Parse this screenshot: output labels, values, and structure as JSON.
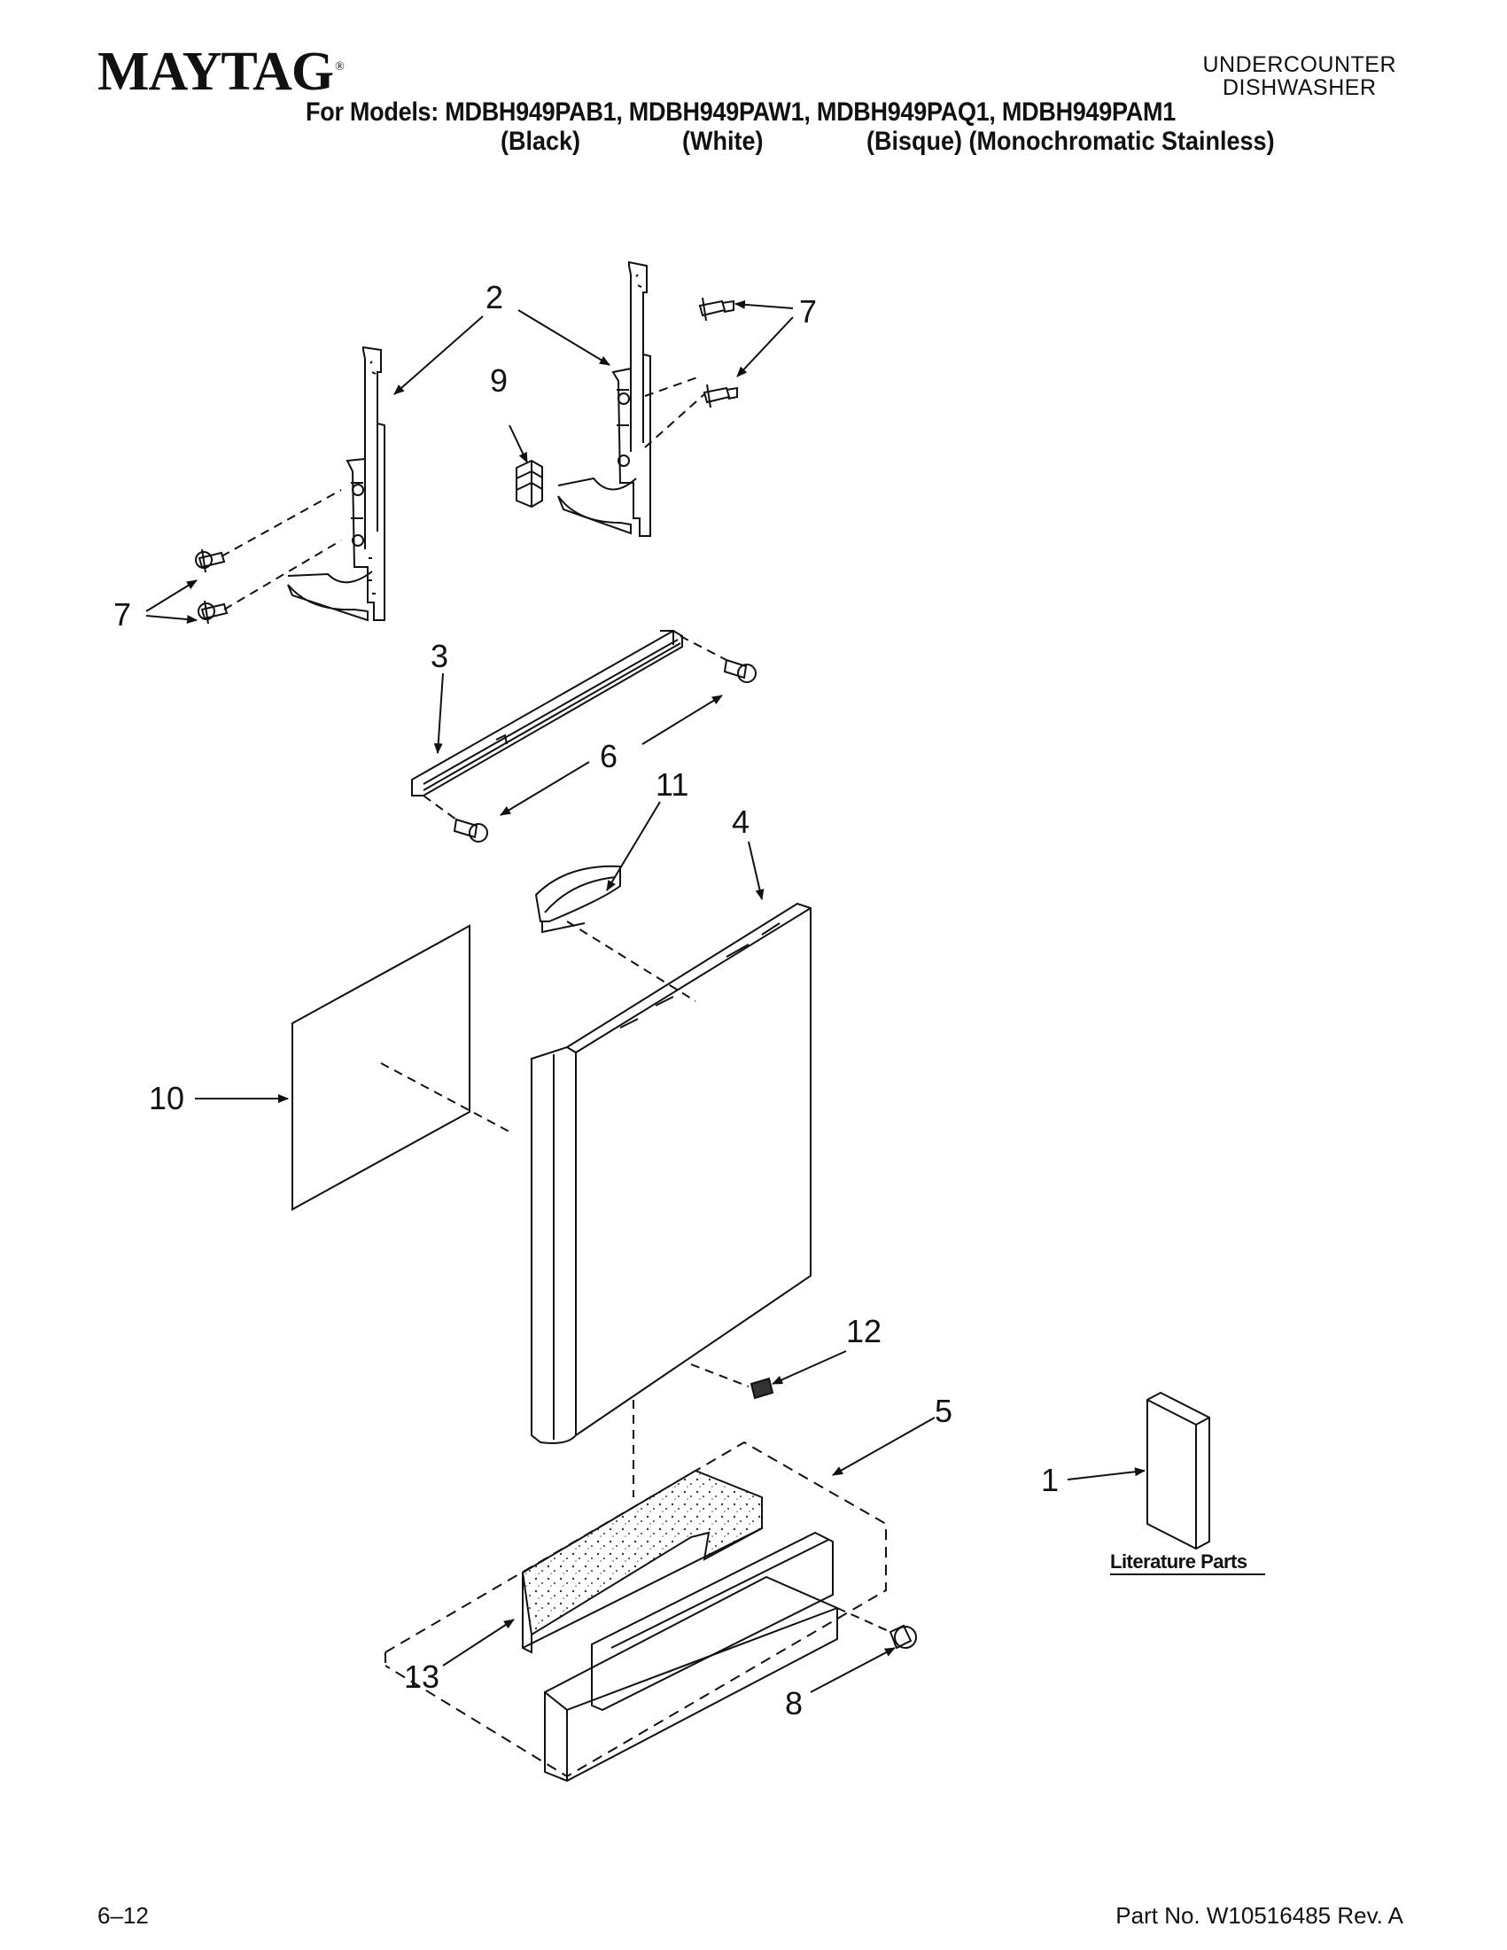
{
  "header": {
    "brand": "MAYTAG",
    "brand_mark": "®",
    "doc_type_line1": "UNDERCOUNTER",
    "doc_type_line2": "DISHWASHER",
    "models_line": "For Models: MDBH949PAB1, MDBH949PAW1, MDBH949PAQ1, MDBH949PAM1",
    "colors": {
      "black": "(Black)",
      "white": "(White)",
      "bisque_stainless": "(Bisque) (Monochromatic Stainless)"
    }
  },
  "callouts": {
    "c1": "1",
    "c2": "2",
    "c3": "3",
    "c4": "4",
    "c5": "5",
    "c6": "6",
    "c7_right": "7",
    "c7_left": "7",
    "c8": "8",
    "c9": "9",
    "c10": "10",
    "c11": "11",
    "c12": "12",
    "c13": "13"
  },
  "literature_label": "Literature Parts",
  "footer": {
    "page": "6–12",
    "part_no": "Part No. W10516485 Rev. A"
  }
}
